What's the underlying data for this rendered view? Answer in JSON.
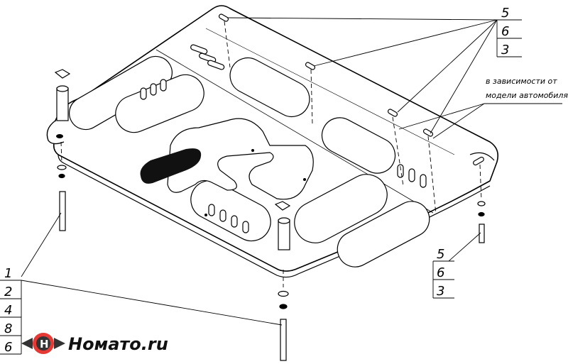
{
  "callouts": {
    "top_right": [
      "5",
      "6",
      "3"
    ],
    "bottom_right": [
      "5",
      "6",
      "3"
    ],
    "bottom_left": [
      "1",
      "2",
      "4",
      "8",
      "6"
    ]
  },
  "note": {
    "line1": "в зависимости от",
    "line2": "модели автомобиля"
  },
  "logo": {
    "letter": "Н",
    "text": "Номато.ru",
    "color_dark": "#333333",
    "color_red": "#e53935"
  }
}
